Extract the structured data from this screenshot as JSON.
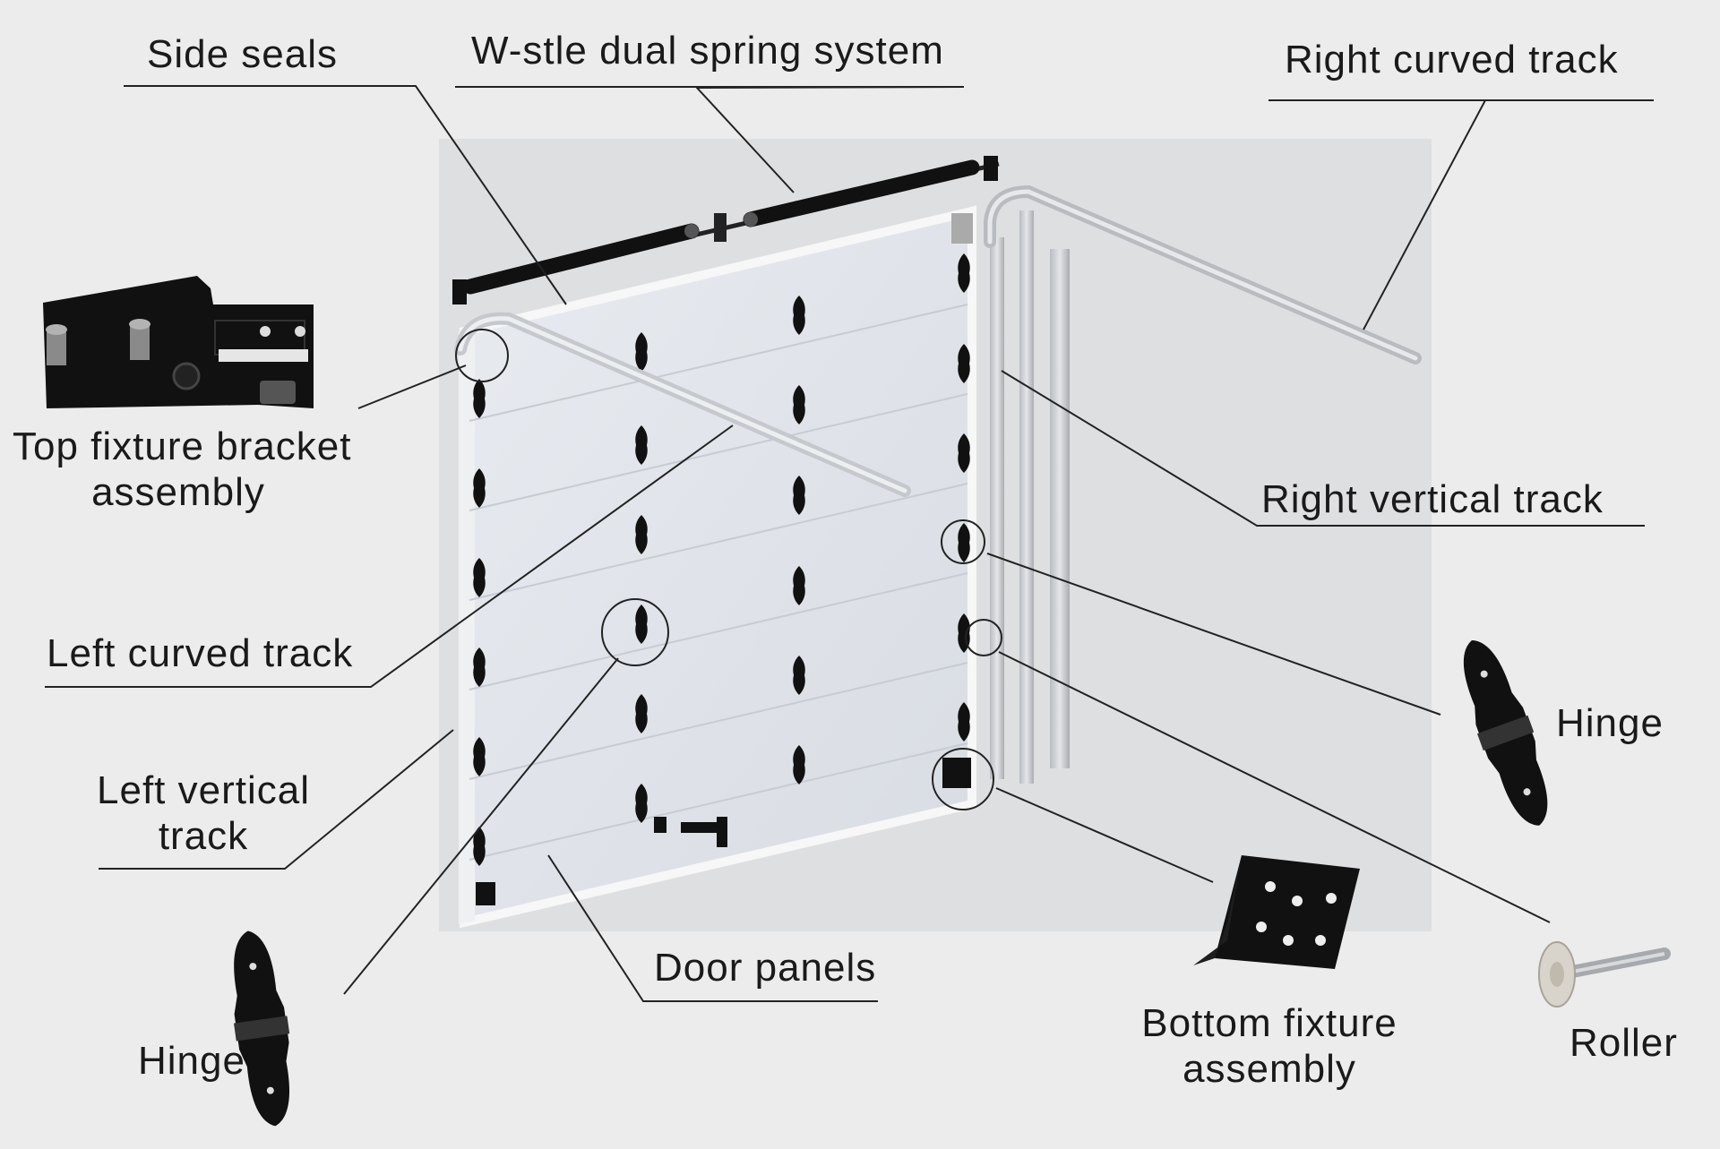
{
  "labels": {
    "side_seals": "Side seals",
    "spring_system": "W-stle dual spring system",
    "right_curved_track": "Right curved track",
    "top_fixture_line1": "Top fixture bracket",
    "top_fixture_line2": "assembly",
    "right_vertical_track": "Right vertical track",
    "left_curved_track": "Left curved track",
    "hinge_right": "Hinge",
    "left_vertical_line1": "Left vertical",
    "left_vertical_line2": "track",
    "door_panels": "Door panels",
    "bottom_fixture_line1": "Bottom fixture",
    "bottom_fixture_line2": "assembly",
    "roller": "Roller",
    "hinge_left": "Hinge"
  },
  "colors": {
    "background": "#ececec",
    "backdrop": "#dddddd",
    "panel": "#dfe3ea",
    "track": "#c9ccd0",
    "hardware": "#111111",
    "leader": "#222222"
  }
}
